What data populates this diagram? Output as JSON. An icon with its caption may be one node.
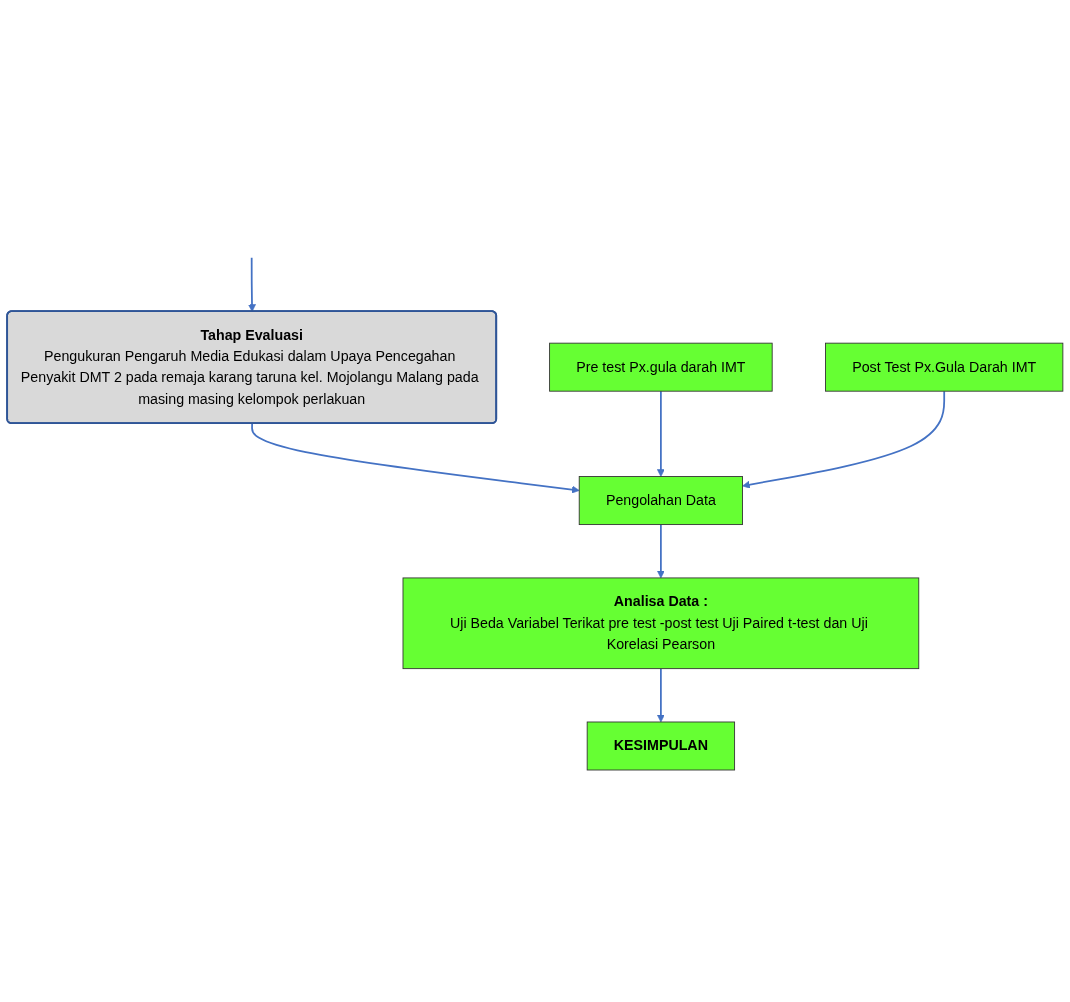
{
  "diagram": {
    "nodes": [
      {
        "text": [
          "Tahap Evaluasi",
          "Pengukuran Pengaruh Media Edukasi dalam Upaya Pencegahan Penyakit DMT 2 pada remaja karang taruna kel. Mojolangu Malang pada masing masing kelompok perlakuan"
        ]
      },
      {
        "text": [
          "Pre test Px.gula darah IMT"
        ]
      },
      {
        "text": [
          "Pengolahan Data"
        ]
      },
      {
        "text": [
          "Post Test Px.Gula Darah IMT"
        ]
      },
      {
        "text": [
          "Analisa Data :",
          "Uji Beda Variabel Terikat pre test -post test Uji Paired t-test dan Uji Korelasi Pearson"
        ]
      },
      {
        "text": [
          "KESIMPULAN"
        ]
      }
    ],
    "edges": [
      {
        "from": null,
        "to": 0,
        "arrow": "to"
      },
      {
        "from": 0,
        "to": 2,
        "arrow": "to"
      },
      {
        "from": 1,
        "to": 2,
        "arrow": "to"
      },
      {
        "from": 3,
        "to": 2,
        "arrow": "to"
      },
      {
        "from": 2,
        "to": 4,
        "arrow": "to"
      },
      {
        "from": 4,
        "to": 5,
        "arrow": "to"
      }
    ]
  }
}
